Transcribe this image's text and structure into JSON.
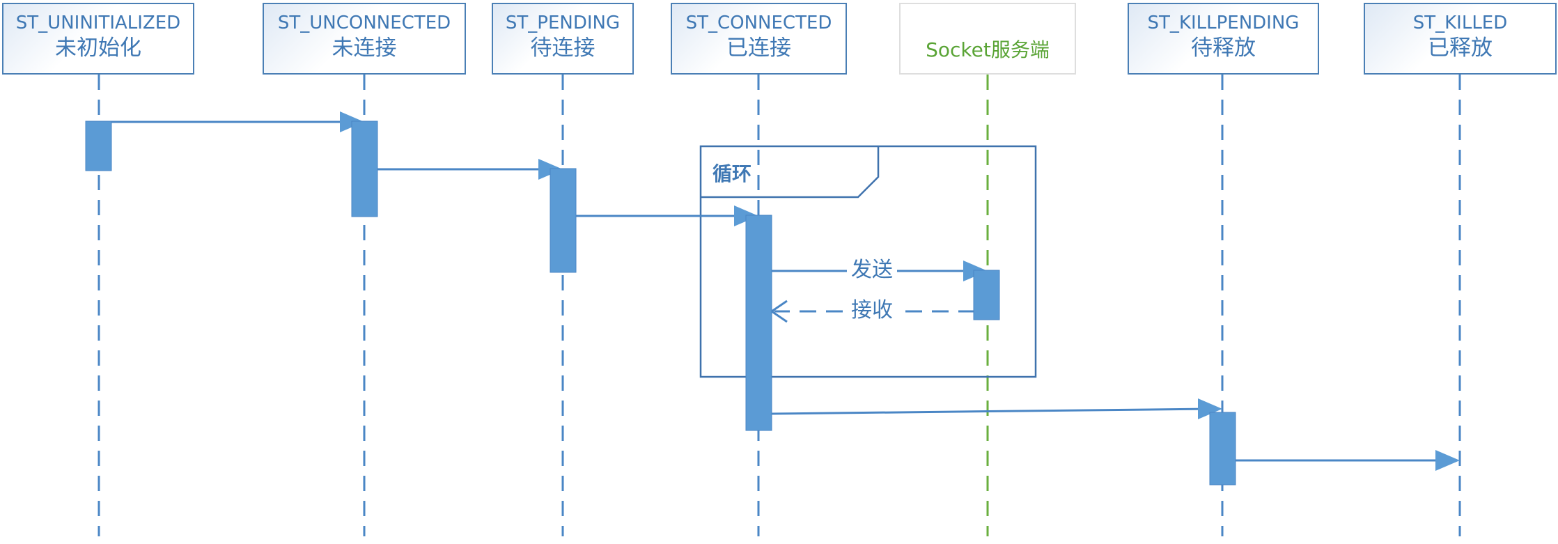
{
  "lifelines": [
    {
      "id": "uninit",
      "name": "ST_UNINITIALIZED",
      "sub": "未初始化"
    },
    {
      "id": "unconn",
      "name": "ST_UNCONNECTED",
      "sub": "未连接"
    },
    {
      "id": "pending",
      "name": "ST_PENDING",
      "sub": "待连接"
    },
    {
      "id": "connected",
      "name": "ST_CONNECTED",
      "sub": "已连接"
    },
    {
      "id": "server",
      "name": "Socket服务端",
      "sub": ""
    },
    {
      "id": "killpending",
      "name": "ST_KILLPENDING",
      "sub": "待释放"
    },
    {
      "id": "killed",
      "name": "ST_KILLED",
      "sub": "已释放"
    }
  ],
  "loop_frame": {
    "label": "循环"
  },
  "messages": [
    {
      "from": "uninit",
      "to": "unconn",
      "label": "",
      "style": "solid"
    },
    {
      "from": "unconn",
      "to": "pending",
      "label": "",
      "style": "solid"
    },
    {
      "from": "pending",
      "to": "connected",
      "label": "",
      "style": "solid"
    },
    {
      "from": "connected",
      "to": "server",
      "label": "发送",
      "style": "solid"
    },
    {
      "from": "server",
      "to": "connected",
      "label": "接收",
      "style": "dashed"
    },
    {
      "from": "connected",
      "to": "killpending",
      "label": "",
      "style": "solid"
    },
    {
      "from": "killpending",
      "to": "killed",
      "label": "",
      "style": "solid"
    }
  ],
  "colors": {
    "line": "#4a86c5",
    "activation": "#5b9bd5",
    "frame": "#3f72ad",
    "server_line": "#6aaf3e",
    "text": "#3f78b4"
  }
}
